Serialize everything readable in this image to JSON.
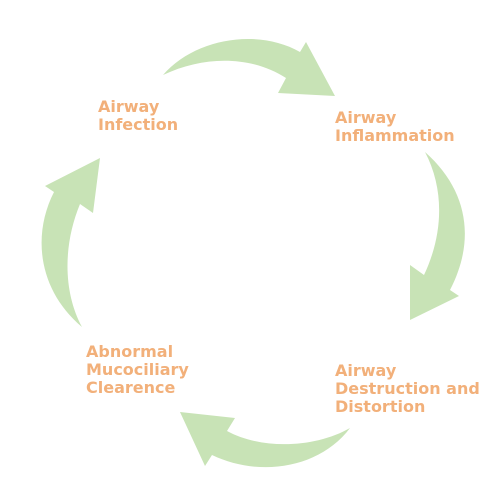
{
  "diagram": {
    "arrow_color": "#c8e3b6",
    "label_color": "#f2b07a",
    "nodes": [
      {
        "id": "infection",
        "lines": [
          "Airway",
          "Infection"
        ]
      },
      {
        "id": "inflammation",
        "lines": [
          "Airway",
          "Inflammation"
        ]
      },
      {
        "id": "destruction",
        "lines": [
          "Airway",
          "Destruction and",
          "Distortion"
        ]
      },
      {
        "id": "clearance",
        "lines": [
          "Abnormal",
          "Mucociliary",
          "Clearence"
        ]
      }
    ]
  }
}
